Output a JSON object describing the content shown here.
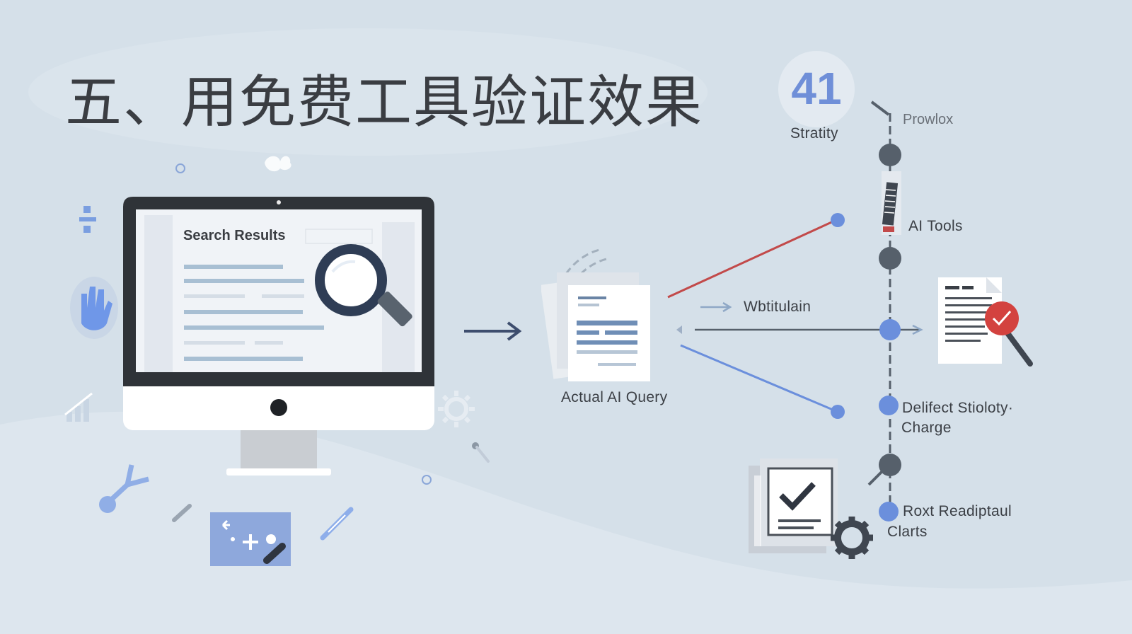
{
  "title": "五、用免费工具验证效果",
  "monitor": {
    "heading": "Search Results"
  },
  "query": {
    "label": "Actual AI Query"
  },
  "middle_branch": {
    "label": "Wbtitulain"
  },
  "badge": {
    "number": "41",
    "caption": "Stratity"
  },
  "timeline": {
    "top_label": "Prowlox",
    "steps": [
      {
        "label": "AI Tools"
      },
      {
        "label_line1": "Delifect Stioloty·",
        "label_line2": "Charge"
      },
      {
        "label_line1": "Roxt Readiptaul",
        "label_line2": "Clarts"
      }
    ]
  },
  "colors": {
    "background": "#d5e0e9",
    "accent_blue": "#6b8fdc",
    "accent_red": "#c24a4a",
    "dark_node": "#56606b",
    "arrow_navy": "#3e4e6e"
  },
  "icons": [
    "magnifier-icon",
    "document-stack-icon",
    "ai-tools-bar-icon",
    "verified-document-icon",
    "checklist-gear-icon",
    "hand-icon",
    "divide-icon",
    "bar-chart-icon",
    "gear-icon",
    "molecule-icon",
    "pen-icon"
  ]
}
